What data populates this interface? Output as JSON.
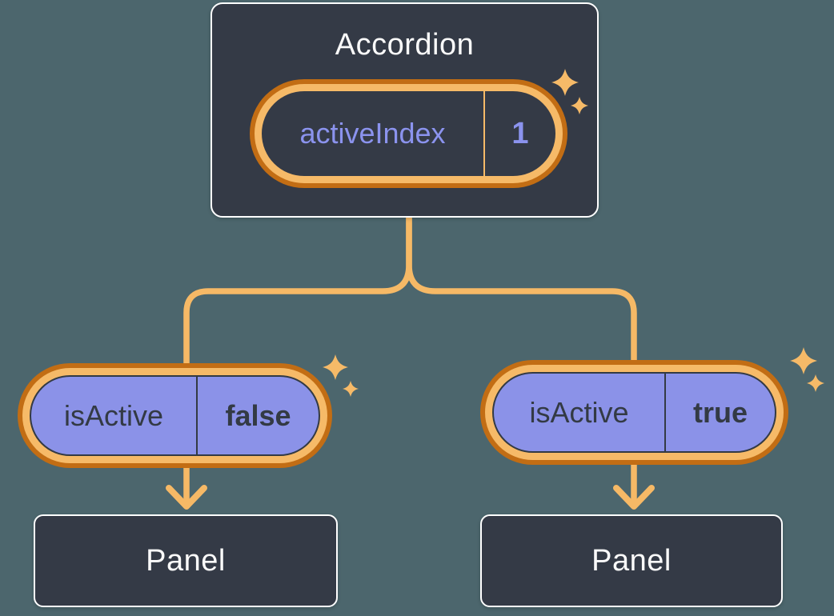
{
  "diagram": {
    "description": "React component tree showing state lifted to an Accordion parent with two children receiving isActive props, each rendering a Panel",
    "background_color": "#4C666D"
  },
  "palette": {
    "node_fill": "#343A46",
    "node_border": "#FFFFFF",
    "light_text": "#FAFAFA",
    "purple_text": "#8B93EE",
    "purple_pill_fill": "#8B92E8",
    "dark_text": "#333A44",
    "orange_light": "#F6BA68",
    "orange_dark": "#C26D14"
  },
  "nodes": {
    "accordion": {
      "title": "Accordion",
      "state": {
        "key": "activeIndex",
        "value": "1"
      }
    },
    "child_left": {
      "state": {
        "key": "isActive",
        "value": "false"
      }
    },
    "child_right": {
      "state": {
        "key": "isActive",
        "value": "true"
      }
    },
    "panel_left": {
      "title": "Panel"
    },
    "panel_right": {
      "title": "Panel"
    }
  },
  "icons": {
    "sparkle": "sparkle-icon",
    "arrow": "arrow-down"
  }
}
